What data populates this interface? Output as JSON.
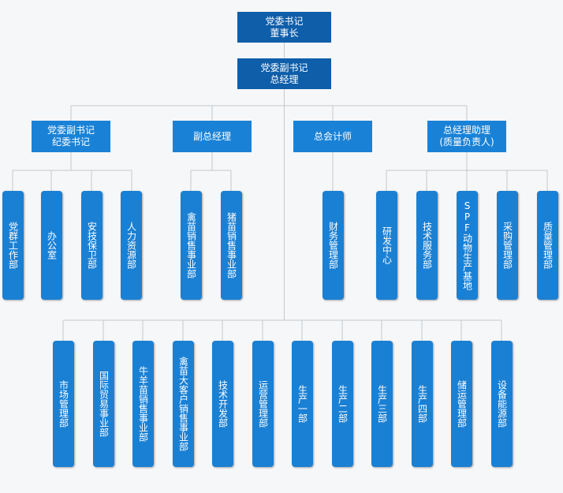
{
  "top": [
    {
      "id": "secretary",
      "label": "党委书记\n董事长"
    },
    {
      "id": "deputy-gm",
      "label": "党委副书记\n总经理"
    }
  ],
  "managers": [
    {
      "id": "discipline",
      "label": "党委副书记\n纪委书记"
    },
    {
      "id": "vice-gm",
      "label": "副总经理"
    },
    {
      "id": "accountant",
      "label": "总会计师"
    },
    {
      "id": "assistant",
      "label": "总经理助理\n(质量负责人)"
    }
  ],
  "departments_row1": [
    {
      "label": "党群工作部",
      "parent": "discipline"
    },
    {
      "label": "办公室",
      "parent": "discipline"
    },
    {
      "label": "安技保卫部",
      "parent": "discipline"
    },
    {
      "label": "人力资源部",
      "parent": "discipline"
    },
    {
      "label": "禽苗销售事业部",
      "parent": "vice-gm"
    },
    {
      "label": "猪苗销售事业部",
      "parent": "vice-gm"
    },
    {
      "label": "财务管理部",
      "parent": "accountant"
    },
    {
      "label": "研发中心",
      "parent": "assistant"
    },
    {
      "label": "技术服务部",
      "parent": "assistant"
    },
    {
      "label": "SPF动物生产基地",
      "parent": "assistant"
    },
    {
      "label": "采购管理部",
      "parent": "assistant"
    },
    {
      "label": "质量管理部",
      "parent": "assistant"
    }
  ],
  "departments_row2": [
    {
      "label": "市场管理部"
    },
    {
      "label": "国际贸易事业部"
    },
    {
      "label": "牛羊苗销售事业部"
    },
    {
      "label": "禽苗大客户销售事业部"
    },
    {
      "label": "技术开发部"
    },
    {
      "label": "运营管理部"
    },
    {
      "label": "生产一部"
    },
    {
      "label": "生产二部"
    },
    {
      "label": "生产三部"
    },
    {
      "label": "生产四部"
    },
    {
      "label": "储运管理部"
    },
    {
      "label": "设备能源部"
    }
  ],
  "colors": {
    "top": "#0e5eaa",
    "manager": "#1a82d6",
    "department": "#1a80d4",
    "line": "#c4c8cc"
  }
}
